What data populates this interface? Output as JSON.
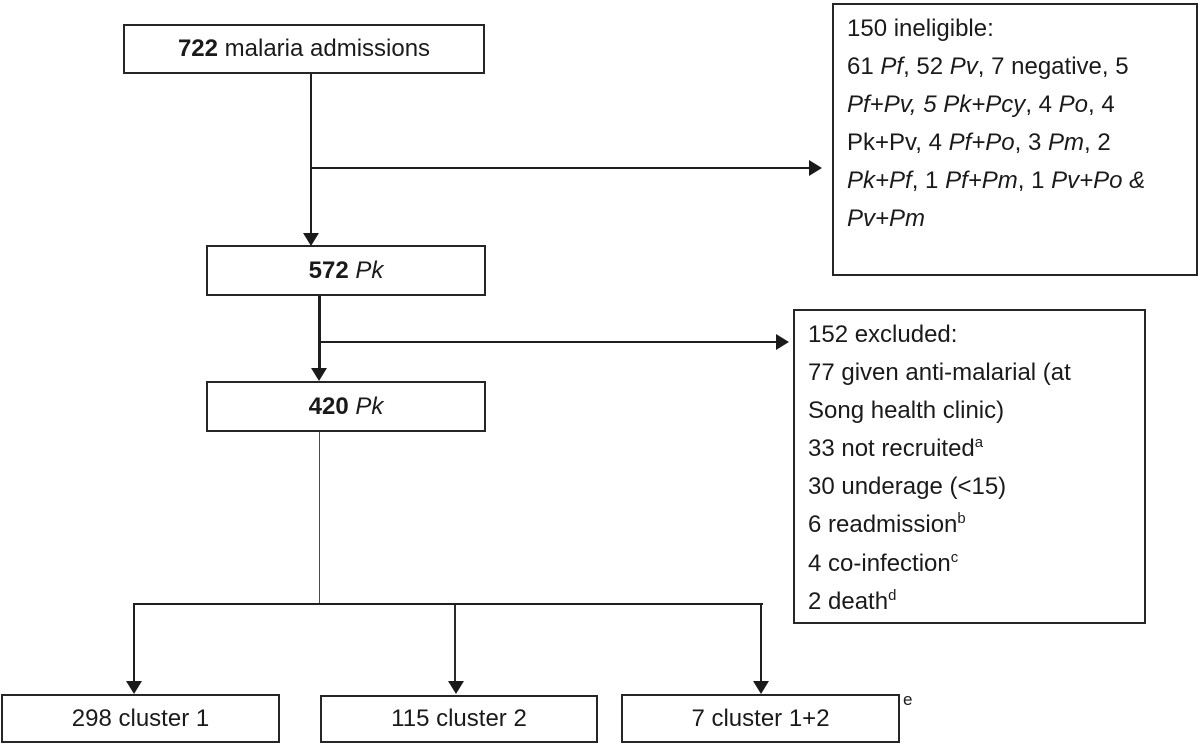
{
  "figure": {
    "type": "study-flow-diagram",
    "topic": "malaria admissions screening and clustering"
  },
  "colors": {
    "line": "#1a1a1a",
    "border": "#262626",
    "background": "#ffffff"
  },
  "boxes": {
    "admissions": {
      "segments": [
        {
          "t": "722",
          "b": 1
        },
        {
          "t": " malaria admissions"
        }
      ]
    },
    "pk572": {
      "segments": [
        {
          "t": "572",
          "b": 1
        },
        {
          "t": " "
        },
        {
          "t": "Pk",
          "i": 1
        }
      ]
    },
    "pk420": {
      "segments": [
        {
          "t": "420",
          "b": 1
        },
        {
          "t": " "
        },
        {
          "t": "Pk",
          "i": 1
        }
      ]
    },
    "ineligible": {
      "lines": [
        [
          {
            "t": "150 ineligible:"
          }
        ],
        [
          {
            "t": "61 "
          },
          {
            "t": "Pf",
            "i": 1
          },
          {
            "t": ", 52 "
          },
          {
            "t": "Pv",
            "i": 1
          },
          {
            "t": ", 7 negative, 5"
          }
        ],
        [
          {
            "t": "Pf+Pv, 5 Pk+Pcy",
            "i": 1
          },
          {
            "t": ", 4 "
          },
          {
            "t": "Po",
            "i": 1
          },
          {
            "t": ", 4"
          }
        ],
        [
          {
            "t": "Pk+Pv, 4 "
          },
          {
            "t": "Pf+Po",
            "i": 1
          },
          {
            "t": ", 3 "
          },
          {
            "t": "Pm",
            "i": 1
          },
          {
            "t": ", 2"
          }
        ],
        [
          {
            "t": "Pk+Pf",
            "i": 1
          },
          {
            "t": ", 1 "
          },
          {
            "t": "Pf+Pm",
            "i": 1
          },
          {
            "t": ", 1 "
          },
          {
            "t": "Pv+Po &",
            "i": 1
          }
        ],
        [
          {
            "t": "Pv+Pm",
            "i": 1
          }
        ]
      ]
    },
    "excluded": {
      "lines": [
        [
          {
            "t": "152 excluded:"
          }
        ],
        [
          {
            "t": "77 given anti-malarial (at"
          }
        ],
        [
          {
            "t": "Song health clinic)"
          }
        ],
        [
          {
            "t": "33 not recruited"
          },
          {
            "t": "a",
            "s": 1
          }
        ],
        [
          {
            "t": "30 underage (<15)"
          }
        ],
        [
          {
            "t": "6 readmission"
          },
          {
            "t": "b",
            "s": 1
          }
        ],
        [
          {
            "t": "4 co-infection"
          },
          {
            "t": "c",
            "s": 1
          }
        ],
        [
          {
            "t": "2 death"
          },
          {
            "t": "d",
            "s": 1
          }
        ]
      ]
    },
    "cluster1": {
      "segments": [
        {
          "t": "298 cluster 1"
        }
      ]
    },
    "cluster2": {
      "segments": [
        {
          "t": "115 cluster 2"
        }
      ]
    },
    "cluster12": {
      "segments": [
        {
          "t": "7 cluster 1+2"
        }
      ]
    }
  },
  "footnote_marker": "e"
}
